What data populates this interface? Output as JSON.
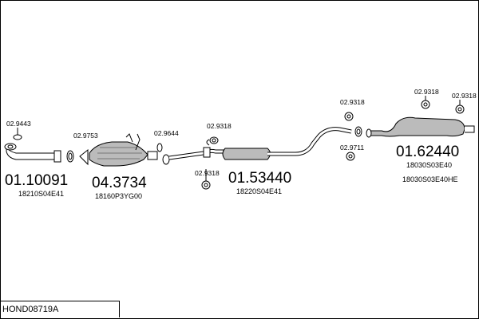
{
  "diagram_id": "HOND08719A",
  "parts": [
    {
      "number": "01.10091",
      "oem": "18210S04E41"
    },
    {
      "number": "04.3734",
      "oem": "18160P3YG00"
    },
    {
      "number": "01.53440",
      "oem": "18220S04E41"
    },
    {
      "number": "01.62440",
      "oem": "18030S03E40",
      "oem2": "18030S03E40HE"
    }
  ],
  "small_parts": {
    "p9443": "02.9443",
    "p9753": "02.9753",
    "p9644": "02.9644",
    "p9318a": "02.9318",
    "p9318b": "02.9318",
    "p9318c": "02.9318",
    "p9318d": "02.9318",
    "p9318e": "02.9318",
    "p9711": "02.9711"
  }
}
